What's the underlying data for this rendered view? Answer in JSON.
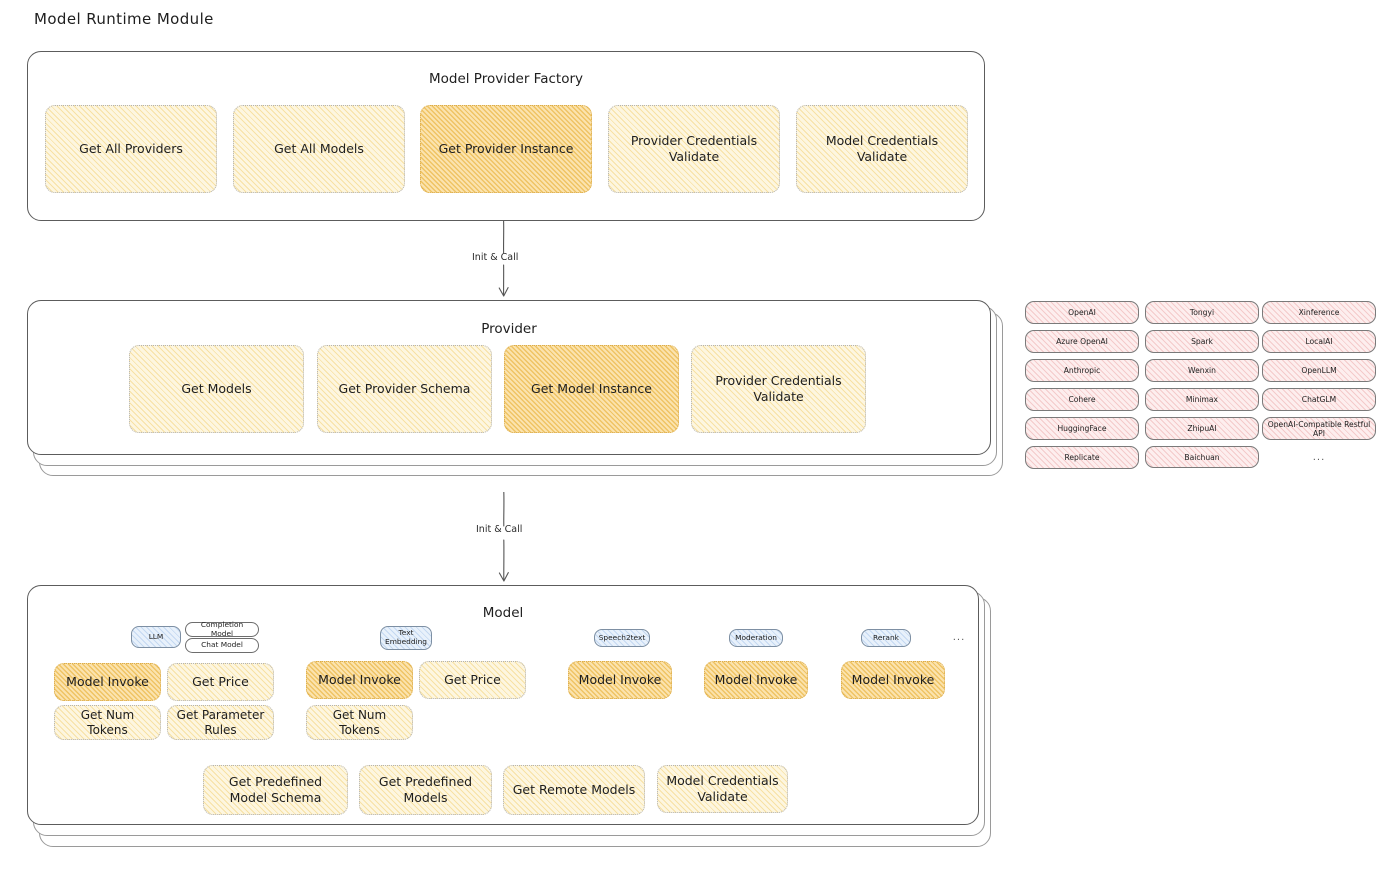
{
  "page": {
    "title": "Model Runtime Module"
  },
  "factory": {
    "title": "Model Provider Factory",
    "methods": [
      {
        "label": "Get All Providers",
        "highlighted": false
      },
      {
        "label": "Get All Models",
        "highlighted": false
      },
      {
        "label": "Get Provider Instance",
        "highlighted": true
      },
      {
        "label": "Provider Credentials Validate",
        "highlighted": false
      },
      {
        "label": "Model Credentials Validate",
        "highlighted": false
      }
    ]
  },
  "connectors": [
    {
      "label": "Init & Call"
    },
    {
      "label": "Init & Call"
    }
  ],
  "provider": {
    "title": "Provider",
    "methods": [
      {
        "label": "Get Models",
        "highlighted": false
      },
      {
        "label": "Get Provider Schema",
        "highlighted": false
      },
      {
        "label": "Get Model Instance",
        "highlighted": true
      },
      {
        "label": "Provider Credentials Validate",
        "highlighted": false
      }
    ]
  },
  "provider_list": {
    "columns": [
      {
        "items": [
          "OpenAI",
          "Azure OpenAI",
          "Anthropic",
          "Cohere",
          "HuggingFace",
          "Replicate"
        ]
      },
      {
        "items": [
          "Tongyi",
          "Spark",
          "Wenxin",
          "Minimax",
          "ZhipuAI",
          "Baichuan"
        ]
      },
      {
        "items": [
          "Xinference",
          "LocalAI",
          "OpenLLM",
          "ChatGLM",
          "OpenAI-Compatible Restful API"
        ]
      }
    ],
    "more": "..."
  },
  "model": {
    "title": "Model",
    "more": "...",
    "types": [
      {
        "badge": "LLM",
        "badge_style": "blue",
        "sub_badges": [
          "Completion Model",
          "Chat Model"
        ],
        "methods": [
          {
            "label": "Model Invoke",
            "highlighted": true
          },
          {
            "label": "Get Price",
            "highlighted": false
          },
          {
            "label": "Get Num Tokens",
            "highlighted": false
          },
          {
            "label": "Get Parameter Rules",
            "highlighted": false
          }
        ]
      },
      {
        "badge": "Text Embedding",
        "badge_style": "blue",
        "sub_badges": [],
        "methods": [
          {
            "label": "Model Invoke",
            "highlighted": true
          },
          {
            "label": "Get Price",
            "highlighted": false
          },
          {
            "label": "Get Num Tokens",
            "highlighted": false
          }
        ]
      },
      {
        "badge": "Speech2text",
        "badge_style": "blue",
        "sub_badges": [],
        "methods": [
          {
            "label": "Model Invoke",
            "highlighted": true
          }
        ]
      },
      {
        "badge": "Moderation",
        "badge_style": "blue",
        "sub_badges": [],
        "methods": [
          {
            "label": "Model Invoke",
            "highlighted": true
          }
        ]
      },
      {
        "badge": "Rerank",
        "badge_style": "blue",
        "sub_badges": [],
        "methods": [
          {
            "label": "Model Invoke",
            "highlighted": true
          }
        ]
      }
    ],
    "common_methods": [
      {
        "label": "Get Predefined Model Schema"
      },
      {
        "label": "Get Predefined Models"
      },
      {
        "label": "Get Remote Models"
      },
      {
        "label": "Model Credentials Validate"
      }
    ]
  },
  "colors": {
    "accent_yellow": "#fdf6e0",
    "accent_yellow_strong": "#fbe3ae",
    "accent_pink": "#fdeeee",
    "accent_blue": "#e8f1fb",
    "stroke": "#5c5c5c",
    "text": "#1e1e1e"
  }
}
